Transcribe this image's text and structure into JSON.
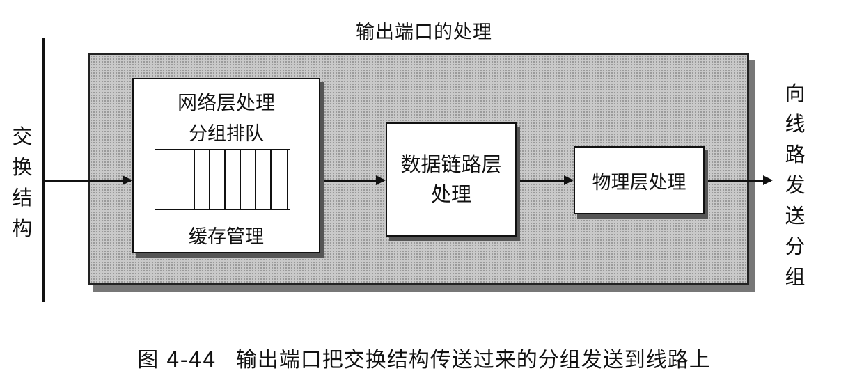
{
  "title": "输出端口的处理",
  "left_label": "交换结构",
  "right_label": "向线路发送分组",
  "network_layer": {
    "title": "网络层处理",
    "queue_label": "分组排队",
    "buffer_label": "缓存管理"
  },
  "data_link_layer": {
    "line1": "数据链路层",
    "line2": "处理"
  },
  "physical_layer": {
    "label": "物理层处理"
  },
  "caption": {
    "figure_number": "图 4-44",
    "text": "输出端口把交换结构传送过来的分组发送到线路上"
  }
}
